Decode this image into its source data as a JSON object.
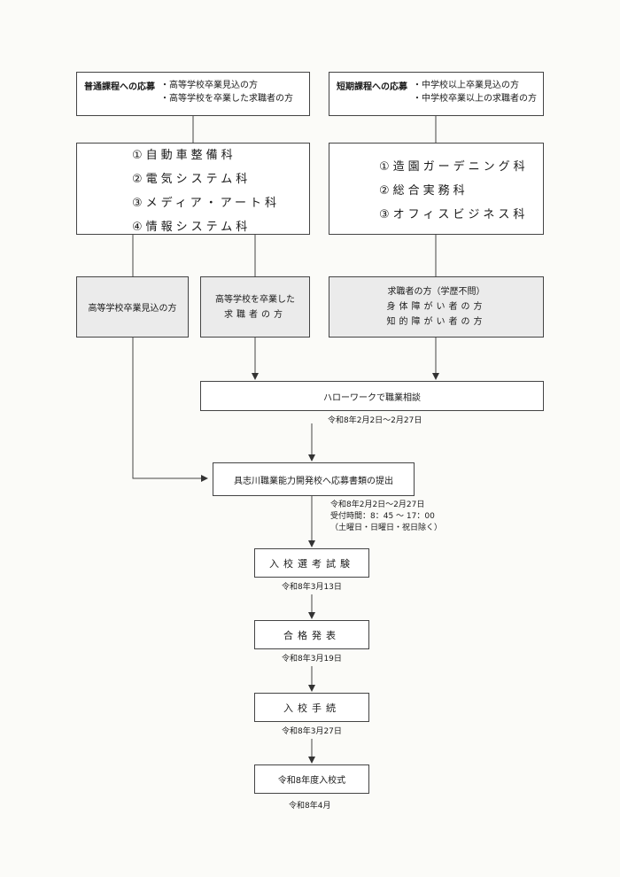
{
  "general": {
    "title": "普通課程への応募",
    "desc": [
      "・高等学校卒業見込の方",
      "・高等学校を卒業した求職者の方"
    ],
    "courses": [
      "①自動車整備科",
      "②電気システム科",
      "③メディア・アート科",
      "④情報システム科"
    ]
  },
  "short": {
    "title": "短期課程への応募",
    "desc": [
      "・中学校以上卒業見込の方",
      "・中学校卒業以上の求職者の方"
    ],
    "courses": [
      "①造園ガーデニング科",
      "②総合実務科",
      "③オフィスビジネス科"
    ]
  },
  "applicants": {
    "hs_expected": "高等学校卒業見込の方",
    "hs_graduate": [
      "高等学校を卒業した",
      "求職者の方"
    ],
    "job_seekers": [
      "求職者の方（学歴不問）",
      "身体障がい者の方",
      "知的障がい者の方"
    ]
  },
  "steps": {
    "hello_work": "ハローワークで職業相談",
    "hello_work_date": "令和8年2月2日～2月27日",
    "submit": "具志川職業能力開発校へ応募書類の提出",
    "submit_notes": [
      "令和8年2月2日～2月27日",
      "受付時間：8：45 ～ 17：00",
      "（土曜日・日曜日・祝日除く）"
    ],
    "exam": "入校選考試験",
    "exam_date": "令和8年3月13日",
    "result": "合格発表",
    "result_date": "令和8年3月19日",
    "procedure": "入校手続",
    "procedure_date": "令和8年3月27日",
    "ceremony": "令和8年度入校式",
    "ceremony_date": "令和8年4月"
  }
}
